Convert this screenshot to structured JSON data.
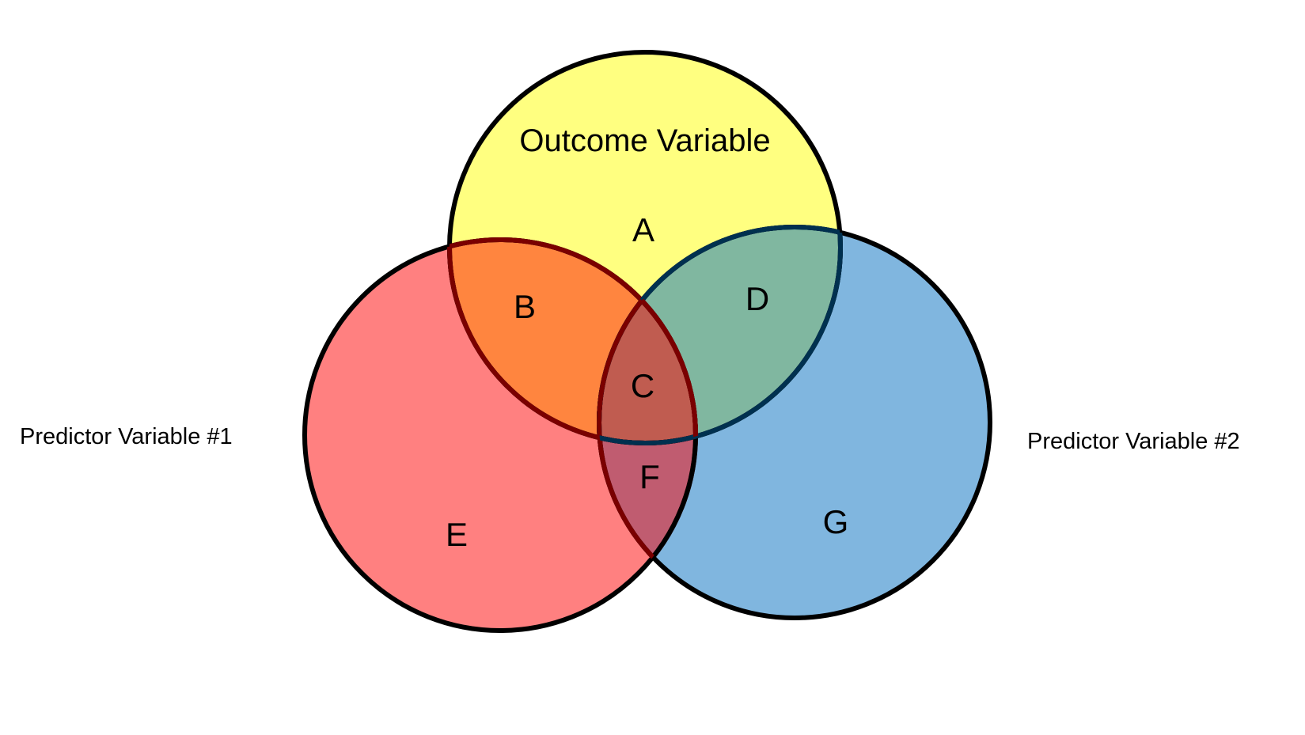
{
  "diagram": {
    "circles": {
      "outcome": {
        "label": "Outcome Variable",
        "color": "#FFFF66"
      },
      "predictor1": {
        "label": "Predictor Variable #1",
        "color": "#FF3B3B"
      },
      "predictor2": {
        "label": "Predictor Variable #2",
        "color": "#0070C0"
      }
    },
    "regions": {
      "a": "A",
      "b": "B",
      "c": "C",
      "d": "D",
      "e": "E",
      "f": "F",
      "g": "G"
    },
    "colors": {
      "outline": "#000000",
      "outcome_fill": "#FFFF80",
      "predictor1_fill": "#FF8080",
      "predictor2_fill": "#80B6DF",
      "overlap_b": "#FF853F",
      "overlap_d": "#80B7A0",
      "overlap_c": "#C05C50",
      "overlap_f": "#C05C70"
    }
  }
}
